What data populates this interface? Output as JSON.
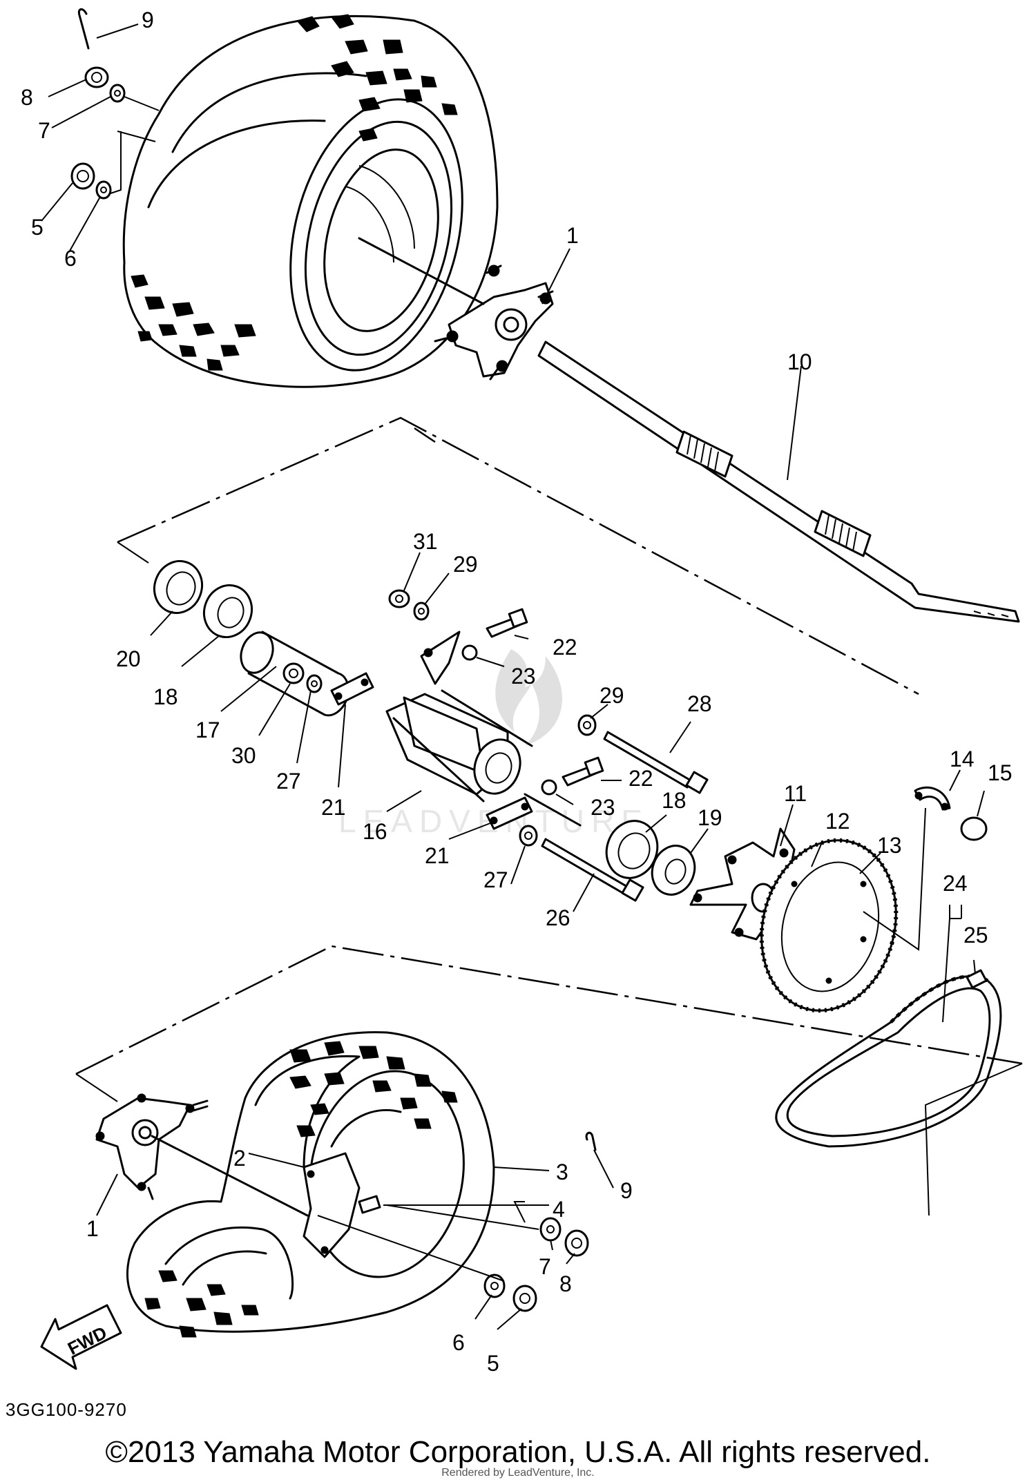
{
  "diagram": {
    "drawing_code": "3GG100-9270",
    "fwd_label": "FWD",
    "watermark": "LEADVENTURE",
    "callouts": [
      {
        "id": "tl-9",
        "text": "9"
      },
      {
        "id": "tl-8",
        "text": "8"
      },
      {
        "id": "tl-7",
        "text": "7"
      },
      {
        "id": "tl-5",
        "text": "5"
      },
      {
        "id": "tl-6",
        "text": "6"
      },
      {
        "id": "top-1",
        "text": "1"
      },
      {
        "id": "axle-10",
        "text": "10"
      },
      {
        "id": "c-31",
        "text": "31"
      },
      {
        "id": "c-29a",
        "text": "29"
      },
      {
        "id": "c-22a",
        "text": "22"
      },
      {
        "id": "c-23a",
        "text": "23"
      },
      {
        "id": "c-20",
        "text": "20"
      },
      {
        "id": "c-18a",
        "text": "18"
      },
      {
        "id": "c-17",
        "text": "17"
      },
      {
        "id": "c-30",
        "text": "30"
      },
      {
        "id": "c-27a",
        "text": "27"
      },
      {
        "id": "c-21a",
        "text": "21"
      },
      {
        "id": "c-16",
        "text": "16"
      },
      {
        "id": "c-29b",
        "text": "29"
      },
      {
        "id": "c-28",
        "text": "28"
      },
      {
        "id": "c-22b",
        "text": "22"
      },
      {
        "id": "c-23b",
        "text": "23"
      },
      {
        "id": "c-18b",
        "text": "18"
      },
      {
        "id": "c-19",
        "text": "19"
      },
      {
        "id": "c-21b",
        "text": "21"
      },
      {
        "id": "c-27b",
        "text": "27"
      },
      {
        "id": "c-26",
        "text": "26"
      },
      {
        "id": "c-11",
        "text": "11"
      },
      {
        "id": "c-12",
        "text": "12"
      },
      {
        "id": "c-13",
        "text": "13"
      },
      {
        "id": "c-14",
        "text": "14"
      },
      {
        "id": "c-15",
        "text": "15"
      },
      {
        "id": "c-24",
        "text": "24"
      },
      {
        "id": "c-25",
        "text": "25"
      },
      {
        "id": "bot-2",
        "text": "2"
      },
      {
        "id": "bot-3",
        "text": "3"
      },
      {
        "id": "bot-1",
        "text": "1"
      },
      {
        "id": "bot-4",
        "text": "4"
      },
      {
        "id": "bot-9",
        "text": "9"
      },
      {
        "id": "bot-7",
        "text": "7"
      },
      {
        "id": "bot-8",
        "text": "8"
      },
      {
        "id": "bot-6",
        "text": "6"
      },
      {
        "id": "bot-5",
        "text": "5"
      }
    ]
  },
  "footer": {
    "copyright": "©2013 Yamaha Motor Corporation, U.S.A. All rights reserved.",
    "rendered_by": "Rendered by LeadVenture, Inc."
  }
}
